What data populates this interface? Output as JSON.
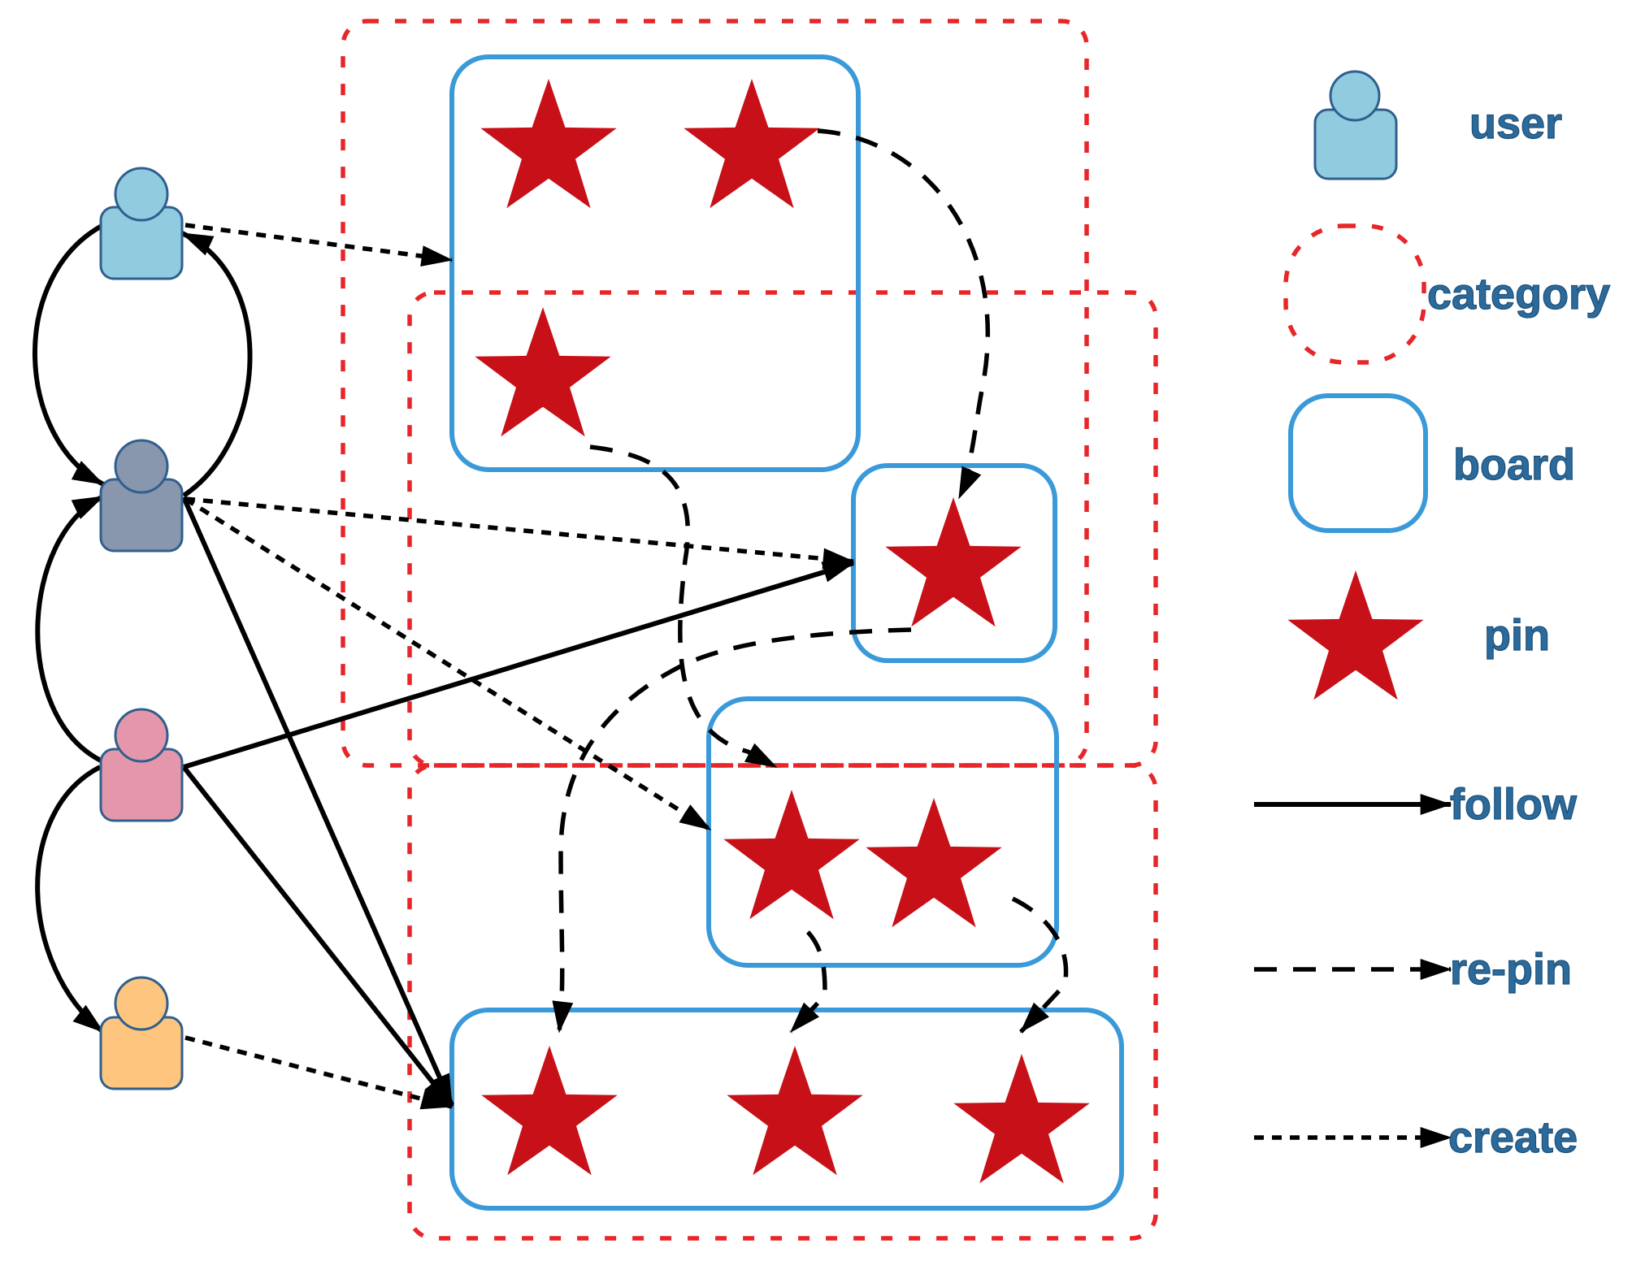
{
  "colors": {
    "user_blue": "#91cbe0",
    "user_slate": "#8896ae",
    "user_pink": "#e497aa",
    "user_orange": "#fdc57e",
    "category_border": "#e8262a",
    "board_border": "#3a9ad9",
    "pin": "#c71017",
    "legend_text": "#2b6a9b"
  },
  "users": [
    {
      "id": "u1",
      "color_key": "user_blue"
    },
    {
      "id": "u2",
      "color_key": "user_slate"
    },
    {
      "id": "u3",
      "color_key": "user_pink"
    },
    {
      "id": "u4",
      "color_key": "user_orange"
    }
  ],
  "categories": [
    "cat-top",
    "cat-right",
    "cat-bottom"
  ],
  "boards": [
    {
      "id": "board-1",
      "pin_count": 3
    },
    {
      "id": "board-2",
      "pin_count": 1
    },
    {
      "id": "board-3",
      "pin_count": 2
    },
    {
      "id": "board-4",
      "pin_count": 3
    }
  ],
  "edges": {
    "follow": [
      {
        "from": "u1",
        "to": "u2"
      },
      {
        "from": "u2",
        "to": "u1"
      },
      {
        "from": "u3",
        "to": "u2"
      },
      {
        "from": "u3",
        "to": "u4"
      },
      {
        "from": "u2",
        "to": "board-4"
      },
      {
        "from": "u3",
        "to": "board-2"
      },
      {
        "from": "u3",
        "to": "board-4"
      }
    ],
    "re_pin": [
      {
        "from": "board-1 pin 2",
        "to": "board-2 pin"
      },
      {
        "from": "board-1 pin 3",
        "to": "board-3 pin 1"
      },
      {
        "from": "board-2 pin",
        "to": "board-4 pin 1"
      },
      {
        "from": "board-3 pin 1",
        "to": "board-4 pin 2"
      },
      {
        "from": "board-3 pin 2",
        "to": "board-4 pin 3"
      }
    ],
    "create": [
      {
        "from": "u1",
        "to": "board-1"
      },
      {
        "from": "u2",
        "to": "board-2"
      },
      {
        "from": "u2",
        "to": "board-3"
      },
      {
        "from": "u4",
        "to": "board-4"
      }
    ]
  },
  "legend": {
    "user": {
      "label": "user",
      "icon": "user-icon"
    },
    "category": {
      "label": "category",
      "icon": "dashed-rounded-square"
    },
    "board": {
      "label": "board",
      "icon": "rounded-square"
    },
    "pin": {
      "label": "pin",
      "icon": "star-icon"
    },
    "follow": {
      "label": "follow",
      "icon": "solid-arrow"
    },
    "re_pin": {
      "label": "re-pin",
      "icon": "long-dash-arrow"
    },
    "create": {
      "label": "create",
      "icon": "short-dash-arrow"
    }
  }
}
